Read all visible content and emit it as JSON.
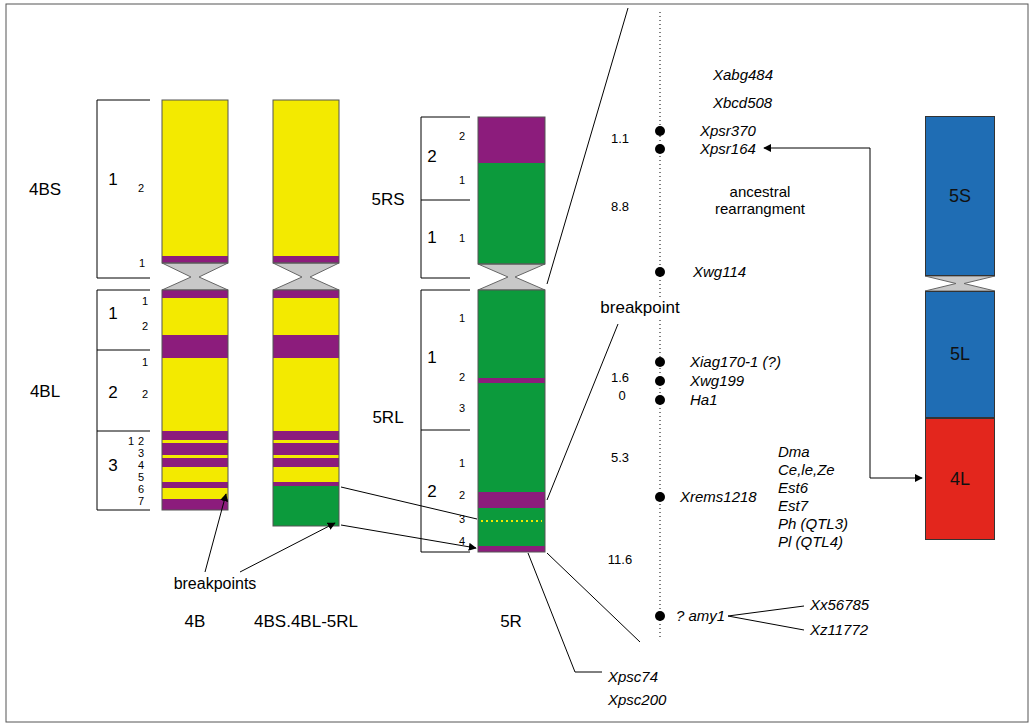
{
  "diagram": {
    "nodes": [
      {
        "text": [
          "5S"
        ]
      },
      {
        "text": [
          "5L"
        ]
      },
      {
        "text": [
          "4L"
        ]
      }
    ],
    "labels": [
      "4BS",
      "1",
      "2",
      "1",
      "4BL",
      "1",
      "1",
      "2",
      "2",
      "1",
      "2",
      "3",
      "1",
      "2",
      "3",
      "4",
      "5",
      "6",
      "7",
      "5RS",
      "2",
      "2",
      "1",
      "1",
      "1",
      "5RL",
      "1",
      "1",
      "2",
      "3",
      "2",
      "1",
      "2",
      "3",
      "4",
      "breakpoints",
      "4B",
      "4BS.4BL-5RL",
      "5R",
      "Xabg484",
      "Xbcd508",
      "1.1",
      "Xpsr370",
      "Xpsr164",
      "8.8",
      "ancestral rearrangment",
      "Xwg114",
      "breakpoint",
      "Xiag170-1 (?)",
      "1.6",
      "Xwg199",
      "0",
      "Ha1",
      "5.3",
      "Dma",
      "Ce,le,Ze",
      "Est6",
      "Xrems1218",
      "Est7",
      "Ph (QTL3)",
      "Pl (QTL4)",
      "11.6",
      "? amy1",
      "Xx56785",
      "Xz11772",
      "Xpsc74",
      "Xpsc200"
    ]
  }
}
